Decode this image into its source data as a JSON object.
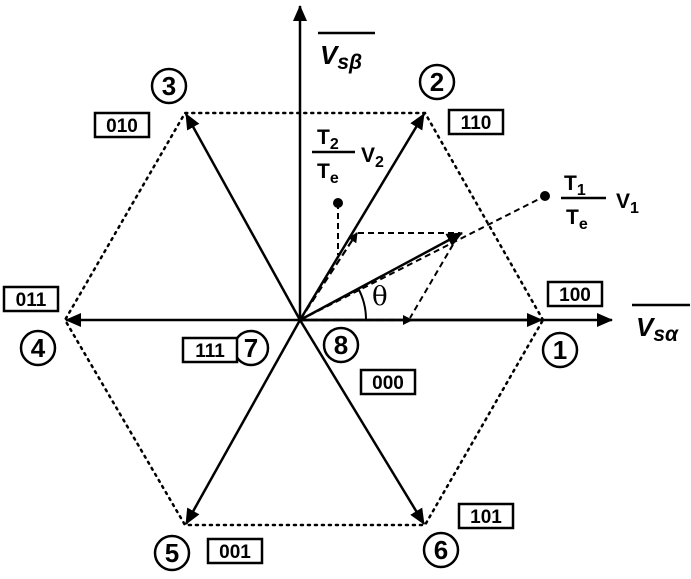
{
  "axes": {
    "alpha": {
      "main": "V",
      "sub": "sα"
    },
    "beta": {
      "main": "V",
      "sub": "sβ"
    }
  },
  "vectors": [
    {
      "num": "1",
      "code": "100"
    },
    {
      "num": "2",
      "code": "110"
    },
    {
      "num": "3",
      "code": "010"
    },
    {
      "num": "4",
      "code": "011"
    },
    {
      "num": "5",
      "code": "001"
    },
    {
      "num": "6",
      "code": "101"
    }
  ],
  "zero_vectors": [
    {
      "num": "7",
      "code": "111"
    },
    {
      "num": "8",
      "code": "000"
    }
  ],
  "fraction1": {
    "numerator": "T",
    "numerator_sub": "1",
    "denominator": "T",
    "denominator_sub": "e",
    "vector": "V",
    "vector_sub": "1"
  },
  "fraction2": {
    "numerator": "T",
    "numerator_sub": "2",
    "denominator": "T",
    "denominator_sub": "e",
    "vector": "V",
    "vector_sub": "2"
  },
  "angle": "θ"
}
